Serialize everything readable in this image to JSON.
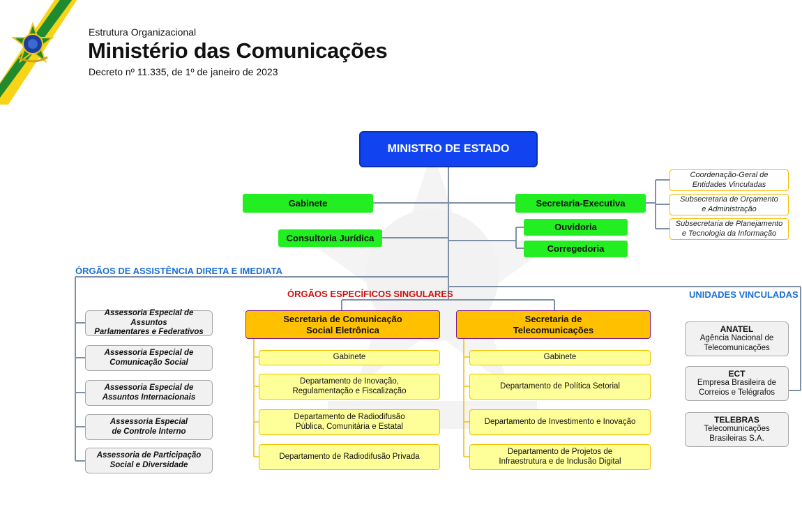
{
  "header": {
    "subtitle": "Estrutura Organizacional",
    "title": "Ministério das Comunicações",
    "decree": "Decreto nº 11.335, de 1º de janeiro de 2023"
  },
  "colors": {
    "primary_blue": "#1144f0",
    "green": "#22ee22",
    "orange": "#ffc000",
    "light_yellow": "#ffff99",
    "section_blue": "#1a6fd6",
    "section_red": "#cc1111",
    "stripe_green": "#1f8a2e",
    "stripe_yellow": "#f7d417"
  },
  "icons": [
    "brasao-emblem-icon",
    "brasao-watermark-icon"
  ],
  "minister": "MINISTRO DE ESTADO",
  "direct": {
    "gabinete": "Gabinete",
    "consultoria": "Consultoria Jurídica",
    "secretaria_executiva": "Secretaria-Executiva",
    "ouvidoria": "Ouvidoria",
    "corregedoria": "Corregedoria"
  },
  "se_units": {
    "u1": [
      "Coordenação-Geral de",
      "Entidades Vinculadas"
    ],
    "u2": [
      "Subsecretaria de Orçamento",
      "e Administração"
    ],
    "u3": [
      "Subsecretaria de Planejamento",
      "e Tecnologia da Informação"
    ]
  },
  "sections": {
    "direct_assistance": "ÓRGÃOS DE ASSISTÊNCIA DIRETA E IMEDIATA",
    "specific": "ÓRGÃOS ESPECÍFICOS SINGULARES",
    "linked": "UNIDADES VINCULADAS"
  },
  "assessorias": {
    "a1": [
      "Assessoria Especial de Assuntos",
      "Parlamentares e Federativos"
    ],
    "a2": [
      "Assessoria Especial de",
      "Comunicação Social"
    ],
    "a3": [
      "Assessoria Especial de",
      "Assuntos Internacionais"
    ],
    "a4": [
      "Assessoria Especial",
      "de Controle Interno"
    ],
    "a5": [
      "Assessoria de Participação",
      "Social e Diversidade"
    ]
  },
  "secom": {
    "title": [
      "Secretaria de Comunicação",
      "Social Eletrônica"
    ],
    "gabinete": "Gabinete",
    "d1": [
      "Departamento de Inovação,",
      "Regulamentação e Fiscalização"
    ],
    "d2": [
      "Departamento de Radiodifusão",
      "Pública, Comunitária e Estatal"
    ],
    "d3": "Departamento de Radiodifusão Privada"
  },
  "setel": {
    "title": [
      "Secretaria de",
      "Telecomunicações"
    ],
    "gabinete": "Gabinete",
    "d1": "Departamento de Política Setorial",
    "d2": "Departamento de Investimento e Inovação",
    "d3": [
      "Departamento de Projetos de",
      "Infraestrutura e de Inclusão Digital"
    ]
  },
  "linked_units": {
    "anatel": {
      "abbr": "ANATEL",
      "name": [
        "Agência Nacional de",
        "Telecomunicações"
      ]
    },
    "ect": {
      "abbr": "ECT",
      "name": [
        "Empresa Brasileira de",
        "Correios e Telégrafos"
      ]
    },
    "telebras": {
      "abbr": "TELEBRAS",
      "name": [
        "Telecomunicações",
        "Brasileiras S.A."
      ]
    }
  }
}
